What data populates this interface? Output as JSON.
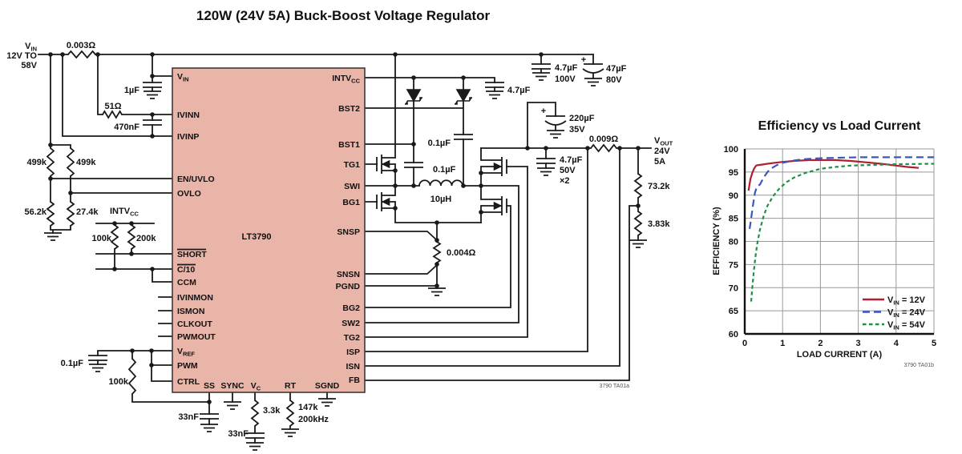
{
  "title": "120W (24V 5A) Buck-Boost Voltage Regulator",
  "chip": {
    "name": "LT3790"
  },
  "colors": {
    "chip_fill": "#eab5a9",
    "wire": "#1a1a1a"
  },
  "input": {
    "vin_m": "V",
    "vin_s": "IN",
    "range1": "12V TO",
    "range2": "58V"
  },
  "output": {
    "vout_m": "V",
    "vout_s": "OUT",
    "volts": "24V",
    "amps": "5A"
  },
  "pins": {
    "vin": {
      "m": "V",
      "s": "IN"
    },
    "ivinn": "IVINN",
    "ivinp": "IVINP",
    "en_uvlo": "EN/UVLO",
    "ovlo": "OVLO",
    "short": "SHORT",
    "c10": "C/10",
    "ccm": "CCM",
    "ivinmon": "IVINMON",
    "ismon": "ISMON",
    "clkout": "CLKOUT",
    "pwmout": "PWMOUT",
    "vref": {
      "m": "V",
      "s": "REF"
    },
    "pwm": "PWM",
    "ctrl": "CTRL",
    "ss": "SS",
    "sync": "SYNC",
    "vc": {
      "m": "V",
      "s": "C"
    },
    "rt": "RT",
    "sgnd": "SGND",
    "intvcc": {
      "m": "INTV",
      "s": "CC"
    },
    "bst2": "BST2",
    "bst1": "BST1",
    "tg1": "TG1",
    "swi": "SWI",
    "bg1": "BG1",
    "snsp": "SNSP",
    "snsn": "SNSN",
    "pgnd": "PGND",
    "bg2": "BG2",
    "sw2": "SW2",
    "tg2": "TG2",
    "isp": "ISP",
    "isn": "ISN",
    "fb": "FB"
  },
  "components": {
    "shunt_in": "0.003Ω",
    "cap_vin": "1µF",
    "r51": "51Ω",
    "c470n": "470nF",
    "r499k_a": "499k",
    "r499k_b": "499k",
    "r56k": "56.2k",
    "r27k": "27.4k",
    "intvcc_rail": {
      "m": "INTV",
      "s": "CC"
    },
    "r100k_top": "100k",
    "r200k": "200k",
    "c_vref": "0.1µF",
    "r100k_ctrl": "100k",
    "c_ss": "33nF",
    "c_vc": "33nF",
    "r_vc": "3.3k",
    "r_rt": "147k",
    "rt_freq": "200kHz",
    "c_intvcc": "4.7µF",
    "c_bst2": "0.1µF",
    "c_bst1": "0.1µF",
    "ind": "10µH",
    "r_sense": "0.004Ω",
    "c_in1": "4.7µF",
    "c_in1_v": "100V",
    "c_in2": "47µF",
    "c_in2_v": "80V",
    "c_out_el": "220µF",
    "c_out_el_v": "35V",
    "c_out_cer": "4.7µF",
    "c_out_cer_v": "50V",
    "c_out_cer_n": "×2",
    "shunt_out": "0.009Ω",
    "r_fb_top": "73.2k",
    "r_fb_bot": "3.83k",
    "plus": "+"
  },
  "tags": {
    "schematic": "3790 TA01a",
    "chart": "3790 TA01b"
  },
  "chart_data": {
    "type": "line",
    "title": "Efficiency vs Load Current",
    "xlabel": "LOAD CURRENT (A)",
    "ylabel": "EFFICIENCY (%)",
    "xlim": [
      0,
      5
    ],
    "ylim": [
      60,
      100
    ],
    "xticks": [
      0,
      1,
      2,
      3,
      4,
      5
    ],
    "yticks": [
      60,
      65,
      70,
      75,
      80,
      85,
      90,
      95,
      100
    ],
    "grid": true,
    "legend_position": "lower right",
    "series": [
      {
        "name_main": "V",
        "name_sub": "IN",
        "name_rest": " = 12V",
        "color": "#b01e32",
        "dash": "solid",
        "points": [
          [
            0.1,
            91
          ],
          [
            0.15,
            93.5
          ],
          [
            0.2,
            94.8
          ],
          [
            0.25,
            95.8
          ],
          [
            0.3,
            96.4
          ],
          [
            0.35,
            96.5
          ],
          [
            0.45,
            96.6
          ],
          [
            0.6,
            96.8
          ],
          [
            0.8,
            97.0
          ],
          [
            1.0,
            97.2
          ],
          [
            1.3,
            97.4
          ],
          [
            1.7,
            97.6
          ],
          [
            2.0,
            97.6
          ],
          [
            2.4,
            97.6
          ],
          [
            2.8,
            97.4
          ],
          [
            3.2,
            97.1
          ],
          [
            3.6,
            96.8
          ],
          [
            4.0,
            96.4
          ],
          [
            4.3,
            96.1
          ],
          [
            4.6,
            95.9
          ]
        ]
      },
      {
        "name_main": "V",
        "name_sub": "IN",
        "name_rest": " = 24V",
        "color": "#3a57c0",
        "dash": "long",
        "points": [
          [
            0.13,
            82.7
          ],
          [
            0.17,
            85
          ],
          [
            0.22,
            88
          ],
          [
            0.27,
            90.5
          ],
          [
            0.32,
            91.8
          ],
          [
            0.4,
            92.3
          ],
          [
            0.5,
            93.8
          ],
          [
            0.6,
            95.0
          ],
          [
            0.7,
            95.8
          ],
          [
            0.85,
            96.5
          ],
          [
            1.0,
            97.0
          ],
          [
            1.3,
            97.5
          ],
          [
            1.6,
            97.8
          ],
          [
            2.0,
            98.0
          ],
          [
            2.5,
            98.1
          ],
          [
            3.0,
            98.2
          ],
          [
            3.5,
            98.2
          ],
          [
            4.0,
            98.2
          ],
          [
            4.5,
            98.2
          ],
          [
            5.0,
            98.2
          ]
        ]
      },
      {
        "name_main": "V",
        "name_sub": "IN",
        "name_rest": " = 54V",
        "color": "#1f8f48",
        "dash": "short",
        "points": [
          [
            0.17,
            67
          ],
          [
            0.2,
            70
          ],
          [
            0.24,
            73.5
          ],
          [
            0.28,
            76.5
          ],
          [
            0.33,
            79.5
          ],
          [
            0.4,
            82.5
          ],
          [
            0.5,
            85.5
          ],
          [
            0.6,
            87.7
          ],
          [
            0.75,
            89.8
          ],
          [
            0.9,
            91.3
          ],
          [
            1.1,
            92.8
          ],
          [
            1.3,
            93.8
          ],
          [
            1.6,
            94.8
          ],
          [
            2.0,
            95.7
          ],
          [
            2.4,
            96.1
          ],
          [
            2.8,
            96.4
          ],
          [
            3.2,
            96.5
          ],
          [
            3.6,
            96.6
          ],
          [
            4.0,
            96.7
          ],
          [
            4.5,
            96.75
          ],
          [
            5.0,
            96.8
          ]
        ]
      }
    ]
  }
}
